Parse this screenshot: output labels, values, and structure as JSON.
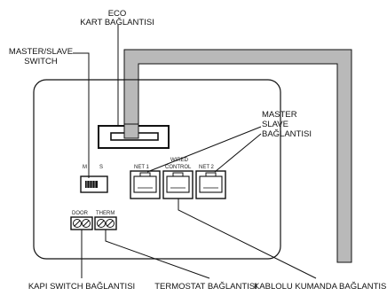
{
  "labels": {
    "eco_line1": "ECO",
    "eco_line2": "KART BAĞLANTISI",
    "ms_line1": "MASTER/SLAVE",
    "ms_line2": "SWITCH",
    "msb_line1": "MASTER",
    "msb_line2": "SLAVE",
    "msb_line3": "BAĞLANTISI",
    "door_switch": "KAPI SWITCH BAĞLANTISI",
    "thermostat": "TERMOSTAT BAĞLANTISI",
    "wired_control": "KABLOLU KUMANDA BAĞLANTISI"
  },
  "board": {
    "switch_m": "M",
    "switch_s": "S",
    "net1": "NET 1",
    "wired_top": "WIRED",
    "wired_bottom": "CONTROL",
    "net2": "NET 2",
    "door": "DOOR",
    "therm": "THERM"
  },
  "colors": {
    "cable": "#b9b9b9",
    "line": "#111111"
  }
}
